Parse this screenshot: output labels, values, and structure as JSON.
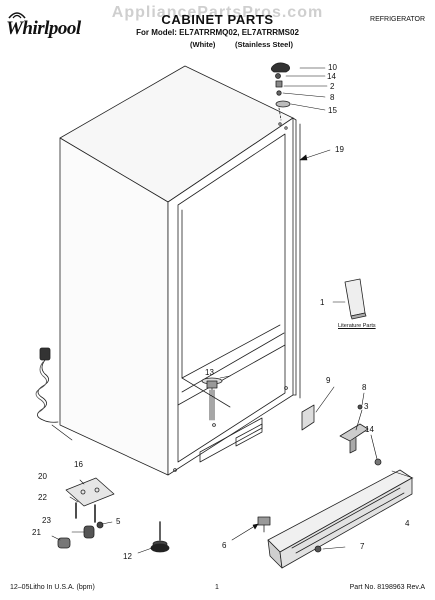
{
  "header": {
    "brand": "Whirlpool",
    "watermark": "AppliancePartsPros.com",
    "title": "CABINET PARTS",
    "category": "REFRIGERATOR",
    "model_line": "For Model: EL7ATRRMQ02, EL7ATRRMS02",
    "variant_white": "(White)",
    "variant_stainless": "(Stainless Steel)"
  },
  "literature_label": "Literature Parts",
  "callouts": {
    "c10": "10",
    "c14a": "14",
    "c2": "2",
    "c8a": "8",
    "c15": "15",
    "c19": "19",
    "c1": "1",
    "c13": "13",
    "c9": "9",
    "c8b": "8",
    "c3": "3",
    "c14b": "14",
    "c16": "16",
    "c20": "20",
    "c22": "22",
    "c23": "23",
    "c21": "21",
    "c5": "5",
    "c4": "4",
    "c6": "6",
    "c7": "7",
    "c12": "12"
  },
  "footer": {
    "left": "12–05Litho In U.S.A. (bpm)",
    "page": "1",
    "part_number": "Part No. 8198963 Rev.A"
  }
}
